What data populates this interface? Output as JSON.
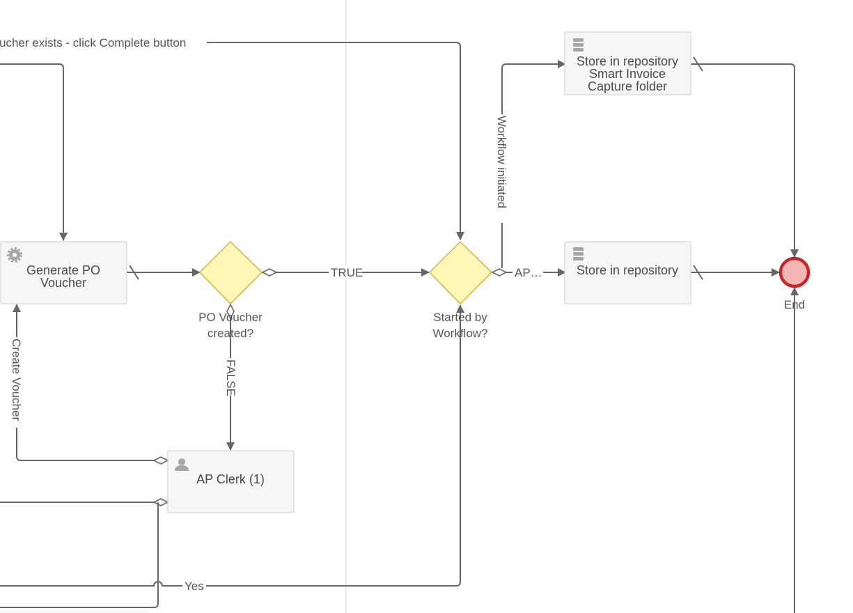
{
  "diagram": {
    "tasks": {
      "generate_po_voucher": {
        "lines": [
          "Generate PO",
          "Voucher"
        ],
        "icon": "gear-icon"
      },
      "ap_clerk": {
        "lines": [
          "AP Clerk (1)"
        ],
        "icon": "user-icon"
      },
      "store_smart_invoice": {
        "lines": [
          "Store in repository",
          "Smart Invoice",
          "Capture folder"
        ],
        "icon": "repository-icon"
      },
      "store_repository": {
        "lines": [
          "Store in repository"
        ],
        "icon": "repository-icon"
      }
    },
    "gateways": {
      "po_voucher_created": {
        "lines": [
          "PO Voucher",
          "created?"
        ]
      },
      "started_by_workflow": {
        "lines": [
          "Started by",
          "Workflow?"
        ]
      }
    },
    "end_event": {
      "label": "End",
      "fill_color": "#f7b6b6",
      "stroke_color": "#c4262e"
    },
    "edge_labels": {
      "voucher_exists": "ucher exists - click Complete button",
      "true": "TRUE",
      "false": "FALSE",
      "create_voucher": "Create Voucher",
      "workflow_initiated": "Workflow initiated",
      "ap": "AP…",
      "yes": "Yes"
    },
    "colors": {
      "gateway_fill": "#fff6b8",
      "gateway_stroke": "#d4b43a",
      "task_fill": "#f6f6f6",
      "task_stroke": "#d6d6d6",
      "edge": "#666666",
      "lane_divider": "#dddddd"
    }
  }
}
